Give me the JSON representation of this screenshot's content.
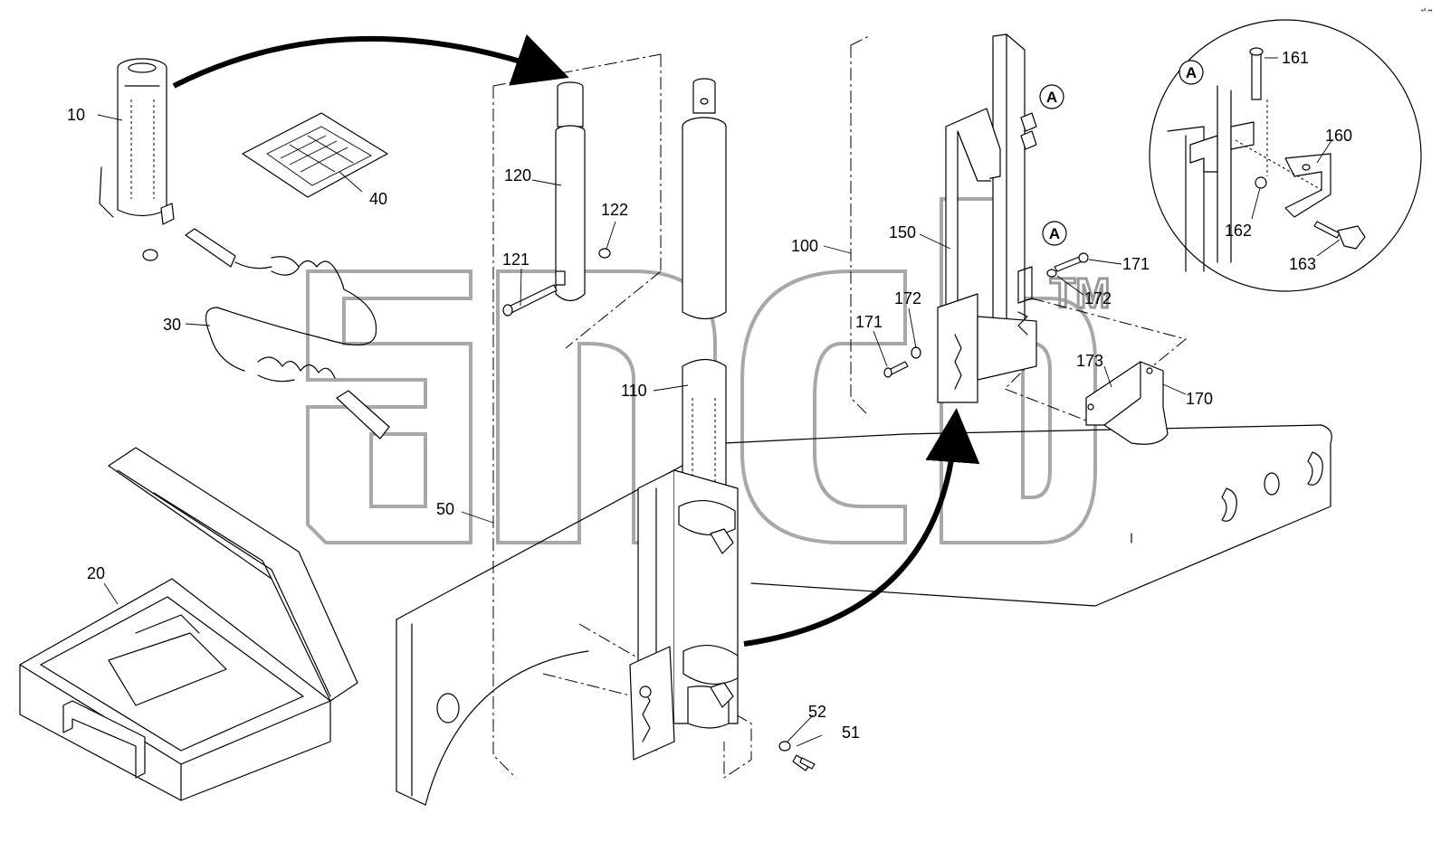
{
  "diagram": {
    "part_labels": {
      "p10": "10",
      "p20": "20",
      "p30": "30",
      "p40": "40",
      "p50": "50",
      "p51": "51",
      "p52": "52",
      "p100": "100",
      "p110": "110",
      "p120": "120",
      "p121": "121",
      "p122": "122",
      "p150": "150",
      "p160": "160",
      "p161": "161",
      "p162": "162",
      "p163": "163",
      "p170": "170",
      "p171a": "171",
      "p171b": "171",
      "p172a": "172",
      "p172b": "172",
      "p173": "173"
    },
    "callouts": {
      "a1": "A",
      "a2": "A",
      "detail": "A"
    },
    "watermark": {
      "text": "ancb",
      "trademark": "TM"
    },
    "corner_mark": "•ᴬ ••"
  }
}
